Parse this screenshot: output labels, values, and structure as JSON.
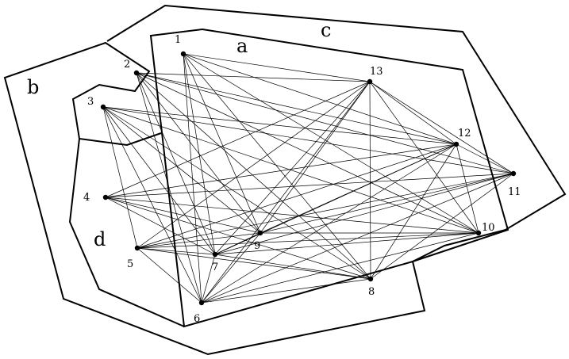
{
  "regions": [
    {
      "id": "a",
      "label": "a"
    },
    {
      "id": "b",
      "label": "b"
    },
    {
      "id": "c",
      "label": "c"
    },
    {
      "id": "d",
      "label": "d"
    }
  ],
  "nodes": [
    {
      "id": 1,
      "label": "1"
    },
    {
      "id": 2,
      "label": "2"
    },
    {
      "id": 3,
      "label": "3"
    },
    {
      "id": 4,
      "label": "4"
    },
    {
      "id": 5,
      "label": "5"
    },
    {
      "id": 6,
      "label": "6"
    },
    {
      "id": 7,
      "label": "7"
    },
    {
      "id": 8,
      "label": "8"
    },
    {
      "id": 9,
      "label": "9"
    },
    {
      "id": 10,
      "label": "10"
    },
    {
      "id": 11,
      "label": "11"
    },
    {
      "id": 12,
      "label": "12"
    },
    {
      "id": 13,
      "label": "13"
    }
  ],
  "edges": [
    [
      1,
      13
    ],
    [
      1,
      12
    ],
    [
      1,
      7
    ],
    [
      1,
      6
    ],
    [
      1,
      9
    ],
    [
      1,
      8
    ],
    [
      1,
      10
    ],
    [
      2,
      13
    ],
    [
      2,
      12
    ],
    [
      2,
      11
    ],
    [
      2,
      10
    ],
    [
      2,
      9
    ],
    [
      2,
      8
    ],
    [
      2,
      7
    ],
    [
      2,
      6
    ],
    [
      3,
      12
    ],
    [
      3,
      11
    ],
    [
      3,
      10
    ],
    [
      3,
      9
    ],
    [
      3,
      8
    ],
    [
      3,
      7
    ],
    [
      3,
      6
    ],
    [
      3,
      5
    ],
    [
      4,
      13
    ],
    [
      4,
      12
    ],
    [
      4,
      11
    ],
    [
      4,
      10
    ],
    [
      4,
      9
    ],
    [
      4,
      8
    ],
    [
      4,
      7
    ],
    [
      5,
      13
    ],
    [
      5,
      12
    ],
    [
      5,
      11
    ],
    [
      5,
      10
    ],
    [
      5,
      9
    ],
    [
      5,
      8
    ],
    [
      5,
      7
    ],
    [
      5,
      6
    ],
    [
      6,
      13
    ],
    [
      6,
      12
    ],
    [
      6,
      11
    ],
    [
      6,
      10
    ],
    [
      6,
      9
    ],
    [
      6,
      8
    ],
    [
      6,
      7
    ],
    [
      7,
      13
    ],
    [
      7,
      12
    ],
    [
      7,
      11
    ],
    [
      7,
      10
    ],
    [
      7,
      9
    ],
    [
      7,
      8
    ],
    [
      8,
      13
    ],
    [
      8,
      12
    ],
    [
      8,
      11
    ],
    [
      9,
      13
    ],
    [
      9,
      12
    ],
    [
      9,
      11
    ],
    [
      9,
      10
    ],
    [
      10,
      13
    ],
    [
      10,
      12
    ],
    [
      11,
      13
    ],
    [
      11,
      12
    ],
    [
      12,
      13
    ]
  ]
}
